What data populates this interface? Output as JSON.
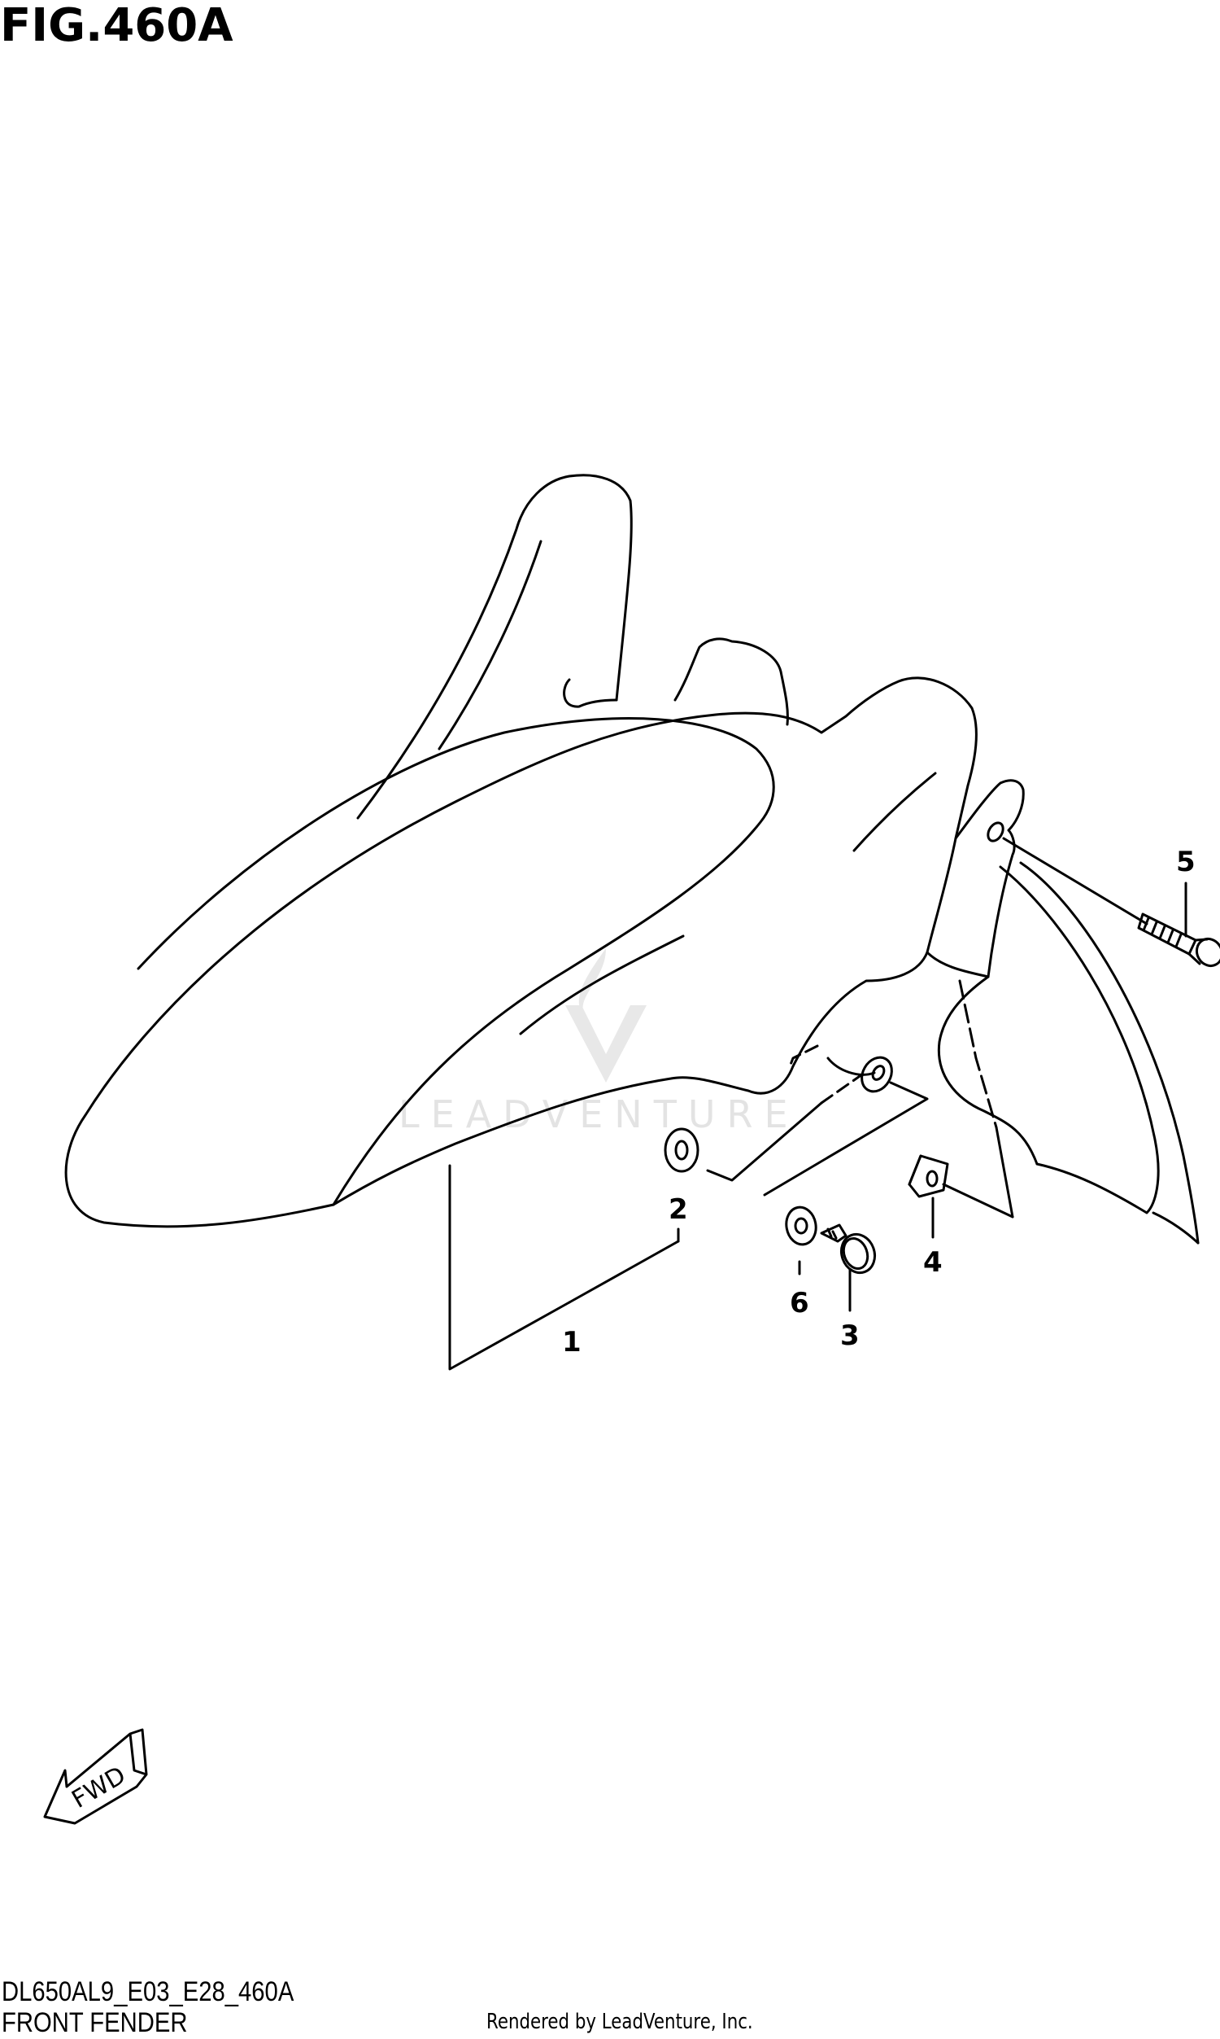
{
  "figure": {
    "title": "FIG.460A",
    "code": "DL650AL9_E03_E28_460A",
    "caption": "FRONT FENDER",
    "credit": "Rendered by LeadVenture, Inc."
  },
  "watermark": {
    "text": "LEADVENTURE"
  },
  "direction_arrow": {
    "label": "FWD"
  },
  "parts": [
    {
      "ref": "1",
      "name": "fender"
    },
    {
      "ref": "2",
      "name": "washer"
    },
    {
      "ref": "3",
      "name": "screw"
    },
    {
      "ref": "4",
      "name": "nut"
    },
    {
      "ref": "5",
      "name": "bolt"
    },
    {
      "ref": "6",
      "name": "washer"
    }
  ],
  "colors": {
    "line": "#000000",
    "watermark": "#e3e3e3",
    "background": "#ffffff"
  }
}
